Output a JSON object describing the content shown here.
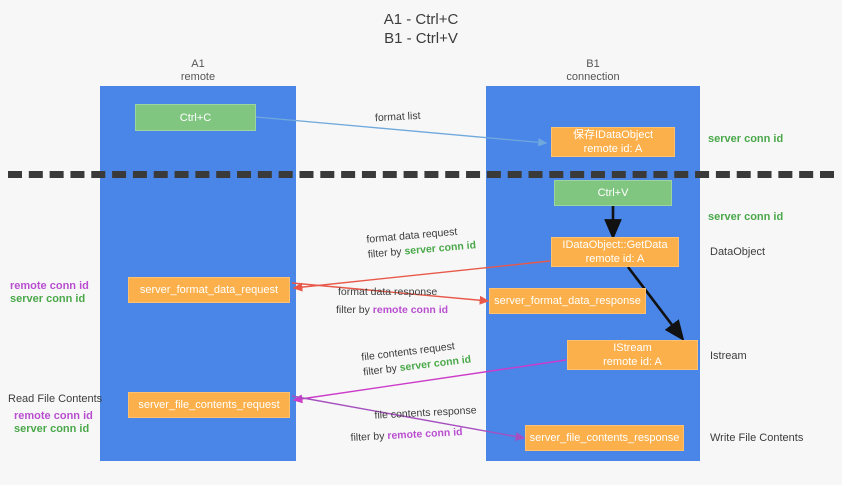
{
  "title": "A1 - Ctrl+C\nB1 - Ctrl+V",
  "lanes": [
    {
      "name": "a1",
      "label": "A1\nremote"
    },
    {
      "name": "b1",
      "label": "B1\nconnection"
    }
  ],
  "nodes": [
    {
      "key": "ctrl_c",
      "label": "Ctrl+C",
      "color": "green"
    },
    {
      "key": "save_idataobject",
      "label": "保存IDataObject\nremote id: A",
      "color": "orange"
    },
    {
      "key": "ctrl_v",
      "label": "Ctrl+V",
      "color": "green"
    },
    {
      "key": "getdata",
      "label": "IDataObject::GetData\nremote id: A",
      "color": "orange"
    },
    {
      "key": "fmt_data_request",
      "label": "server_format_data_request",
      "color": "orange"
    },
    {
      "key": "fmt_data_response",
      "label": "server_format_data_response",
      "color": "orange"
    },
    {
      "key": "istream",
      "label": "IStream\nremote id: A",
      "color": "orange"
    },
    {
      "key": "file_contents_request",
      "label": "server_file_contents_request",
      "color": "orange"
    },
    {
      "key": "file_contents_response",
      "label": "server_file_contents_response",
      "color": "orange"
    }
  ],
  "edges": {
    "format_list": "format list",
    "format_data_request": {
      "text": "format data request",
      "filter_prefix": "filter by ",
      "filter_value": "server conn id"
    },
    "format_data_response": {
      "text": "format data response",
      "filter_prefix": "filter by ",
      "filter_value": "remote conn id"
    },
    "file_contents_request": {
      "text": "file contents request",
      "filter_prefix": "filter by ",
      "filter_value": "server conn id"
    },
    "file_contents_response": {
      "text": "file contents response",
      "filter_prefix": "filter by ",
      "filter_value": "remote conn id"
    }
  },
  "annotations": {
    "right_conn_id_1": "server conn id",
    "right_conn_id_2": "server conn id",
    "right_dataobject": "DataObject",
    "right_istream": "Istream",
    "right_write_file": "Write File Contents",
    "left_read_file": "Read File Contents",
    "left_remote_conn_1": "remote conn id",
    "left_server_conn_1": "server conn id",
    "left_remote_conn_2": "remote conn id",
    "left_server_conn_2": "server conn id"
  },
  "colors": {
    "lane": "#4a86e8",
    "green_box": "#80c680",
    "orange_box": "#fbb04b",
    "green_text": "#4aa84a",
    "purple_text": "#b94fd0",
    "arrow_blue": "#6fa8dc",
    "arrow_red": "#e8594a",
    "arrow_magenta": "#cc3bc9",
    "arrow_purple": "#a64fc0",
    "arrow_black": "#000000",
    "background": "#f7f7f7"
  }
}
